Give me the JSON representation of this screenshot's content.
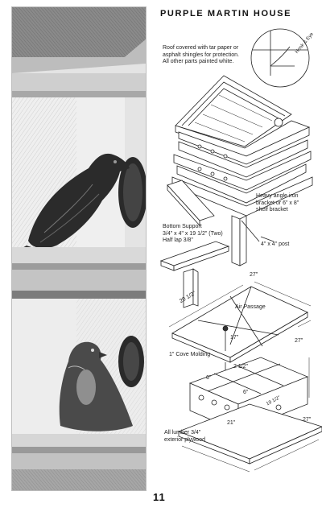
{
  "title": "PURPLE MARTIN HOUSE",
  "labels": {
    "roof_note": [
      "Roof covered with tar paper or",
      "asphalt shingles for protection.",
      "All other parts painted white."
    ],
    "hook_eye": "Hook & Eye",
    "bracket": [
      "Heavy angle iron",
      "bracket or 6\" x 8\"",
      "shelf bracket"
    ],
    "bottom_support": [
      "Bottom Support",
      "3/4\" x 4\" x 19 1/2\" (Two)",
      "Half lap 3/8\""
    ],
    "post": "4\" x 4\" post",
    "dim_27_top": "27\"",
    "dim_20_half": "20 1/2\"",
    "air_passage": "Air Passage",
    "dim_17": "17\"",
    "dim_27_right": "27\"",
    "cove_molding": "1\" Cove Molding",
    "dim_2_half": "2 1/2\"",
    "dim_6_a": "6\"",
    "dim_6_b": "6\"",
    "dim_19_half": "19 1/2\"",
    "dim_21": "21\"",
    "dim_27_bottom": "27\"",
    "lumber": [
      "All lumber 3/4\"",
      "exterior plywood"
    ]
  },
  "page_number": "11"
}
